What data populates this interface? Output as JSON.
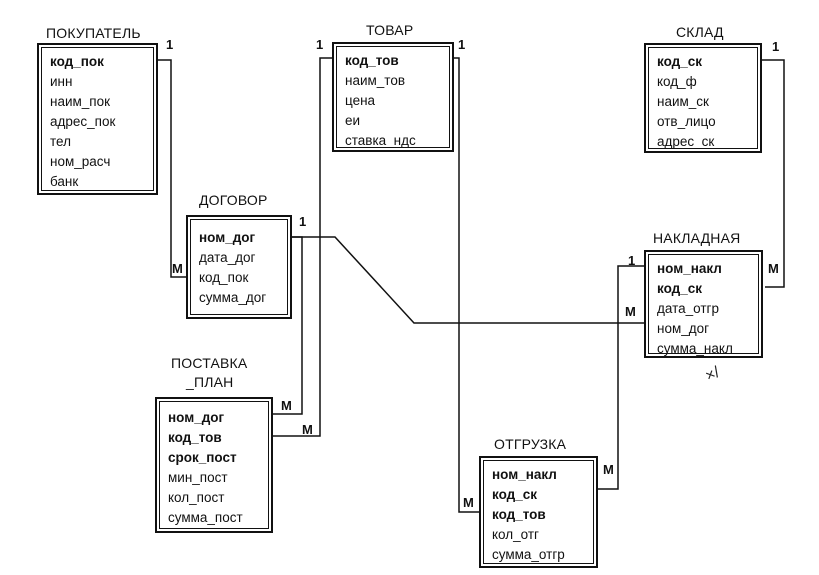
{
  "entities": {
    "pokupatel": {
      "title": "ПОКУПАТЕЛЬ",
      "fields": [
        "код_пок",
        "инн",
        "наим_пок",
        "адрес_пок",
        "тел",
        "ном_расч",
        "банк"
      ],
      "keys": [
        0
      ]
    },
    "tovar": {
      "title": "ТОВАР",
      "fields": [
        "код_тов",
        "наим_тов",
        "цена",
        "еи",
        "ставка_ндс"
      ],
      "keys": [
        0
      ]
    },
    "sklad": {
      "title": "СКЛАД",
      "fields": [
        "код_ск",
        "код_ф",
        "наим_ск",
        "отв_лицо",
        "адрес_ск"
      ],
      "keys": [
        0
      ]
    },
    "dogovor": {
      "title": "ДОГОВОР",
      "fields": [
        "ном_дог",
        "дата_дог",
        "код_пок",
        "сумма_дог"
      ],
      "keys": [
        0
      ]
    },
    "nakladnaya": {
      "title": "НАКЛАДНАЯ",
      "fields": [
        "ном_накл",
        "код_ск",
        "дата_отгр",
        "ном_дог",
        "сумма_накл"
      ],
      "keys": [
        0,
        1
      ]
    },
    "postavka_plan": {
      "title_line1": "ПОСТАВКА",
      "title_line2": "_ПЛАН",
      "fields": [
        "ном_дог",
        "код_тов",
        "срок_пост",
        "мин_пост",
        "кол_пост",
        "сумма_пост"
      ],
      "keys": [
        0,
        1,
        2
      ]
    },
    "otgruzka": {
      "title": "ОТГРУЗКА",
      "fields": [
        "ном_накл",
        "код_ск",
        "код_тов",
        "кол_отг",
        "сумма_отгр"
      ],
      "keys": [
        0,
        1,
        2
      ]
    }
  },
  "cardinality": {
    "one": "1",
    "many": "M"
  },
  "scribble": "×/"
}
